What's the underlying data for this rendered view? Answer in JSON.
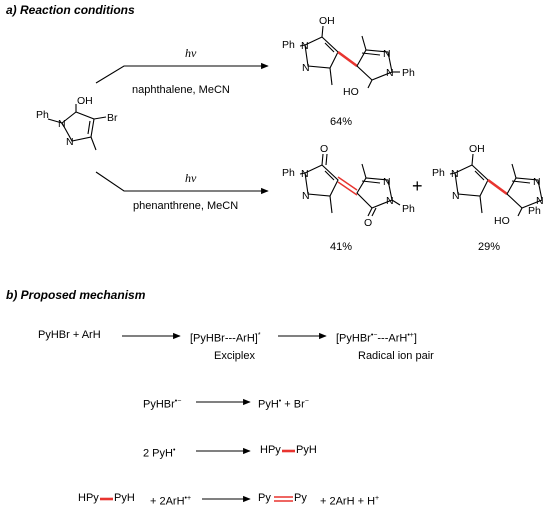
{
  "section_a": {
    "title": "a) Reaction conditions",
    "reagent": {
      "oh": "OH",
      "ph": "Ph",
      "br": "Br",
      "n1": "N",
      "n2": "N"
    },
    "arrow1": {
      "hv": "hν",
      "conditions": "naphthalene, MeCN"
    },
    "product1": {
      "oh": "OH",
      "ho": "HO",
      "ph_left": "Ph",
      "ph_right": "Ph",
      "n": "N",
      "yield": "64%"
    },
    "arrow2": {
      "hv": "hν",
      "conditions": "phenanthrene, MeCN"
    },
    "product2": {
      "o_top": "O",
      "o_bottom": "O",
      "ph_left": "Ph",
      "ph_right": "Ph",
      "n": "N",
      "yield": "41%"
    },
    "plus": "+",
    "product3": {
      "oh": "OH",
      "ho": "HO",
      "ph_left": "Ph",
      "ph_right": "Ph",
      "n": "N",
      "yield": "29%"
    }
  },
  "section_b": {
    "title": "b) Proposed mechanism",
    "step1": {
      "reactants": "PyHBr + ArH",
      "exciplex": "[PyHBr---ArH]",
      "exciplex_dot": "*",
      "exciplex_label": "Exciplex",
      "pair_prefix": "[PyHBr",
      "pair_mid": "---ArH",
      "pair_end": "]",
      "pair_minus": "•−",
      "pair_plus": "•+",
      "pair_label": "Radical ion pair"
    },
    "step2": {
      "reactant": "PyHBr",
      "reactant_charge": "•−",
      "py": "PyH",
      "py_dot": "•",
      "plus_br": "+ Br",
      "br_charge": "−"
    },
    "step3": {
      "reactant": "2 PyH",
      "reactant_dot": "•",
      "left": "HPy",
      "right": "PyH"
    },
    "step4": {
      "left": "HPy",
      "right": "PyH",
      "plus_arh": "+ 2ArH",
      "arh_charge": "•+",
      "prod_left": "Py",
      "prod_right": "Py",
      "rest": "+ 2ArH + H",
      "h_charge": "+"
    }
  }
}
